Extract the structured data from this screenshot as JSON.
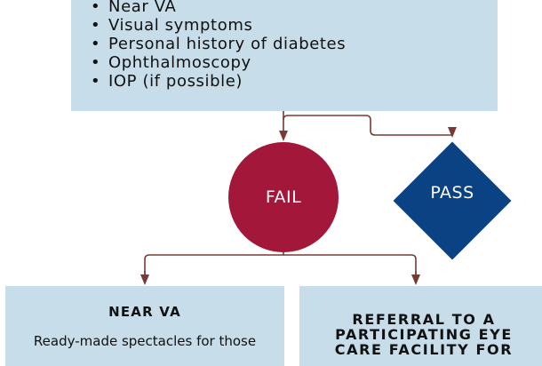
{
  "criteria": {
    "items": [
      "Near VA",
      "Visual symptoms",
      "Personal history of diabetes",
      "Ophthalmoscopy",
      "IOP (if possible)"
    ]
  },
  "fail": {
    "label": "FAIL",
    "color": "#a3173a"
  },
  "pass": {
    "label": "PASS",
    "color": "#0b4284"
  },
  "left_box": {
    "title": "NEAR VA",
    "body": "Ready-made spectacles for those"
  },
  "right_box": {
    "title": "REFERRAL TO A\nPARTICIPATING EYE\nCARE FACILITY FOR"
  },
  "colors": {
    "box_fill": "#c7dde9",
    "connector": "#7a3a33"
  }
}
